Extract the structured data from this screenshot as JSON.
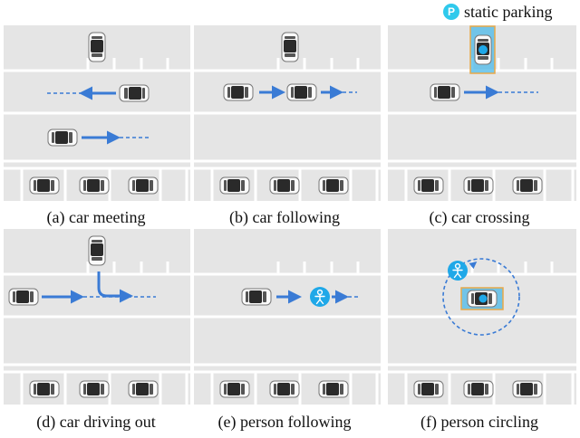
{
  "legend": {
    "icon": "parking-p-icon",
    "icon_letter": "P",
    "label": "static parking"
  },
  "colors": {
    "road": "#e5e5e5",
    "lane_line": "#ffffff",
    "trajectory": "#3a7bd5",
    "person": "#1fa8e8",
    "parking_box": "#4ab8e8",
    "parking_box_border": "#e8a94a",
    "car_body": "#fafafa",
    "car_glass": "#2a2a2a"
  },
  "panels": [
    {
      "id": "a",
      "caption": "(a) car meeting"
    },
    {
      "id": "b",
      "caption": "(b) car following"
    },
    {
      "id": "c",
      "caption": "(c) car crossing"
    },
    {
      "id": "d",
      "caption": "(d) car driving out"
    },
    {
      "id": "e",
      "caption": "(e) person following"
    },
    {
      "id": "f",
      "caption": "(f) person circling"
    }
  ]
}
